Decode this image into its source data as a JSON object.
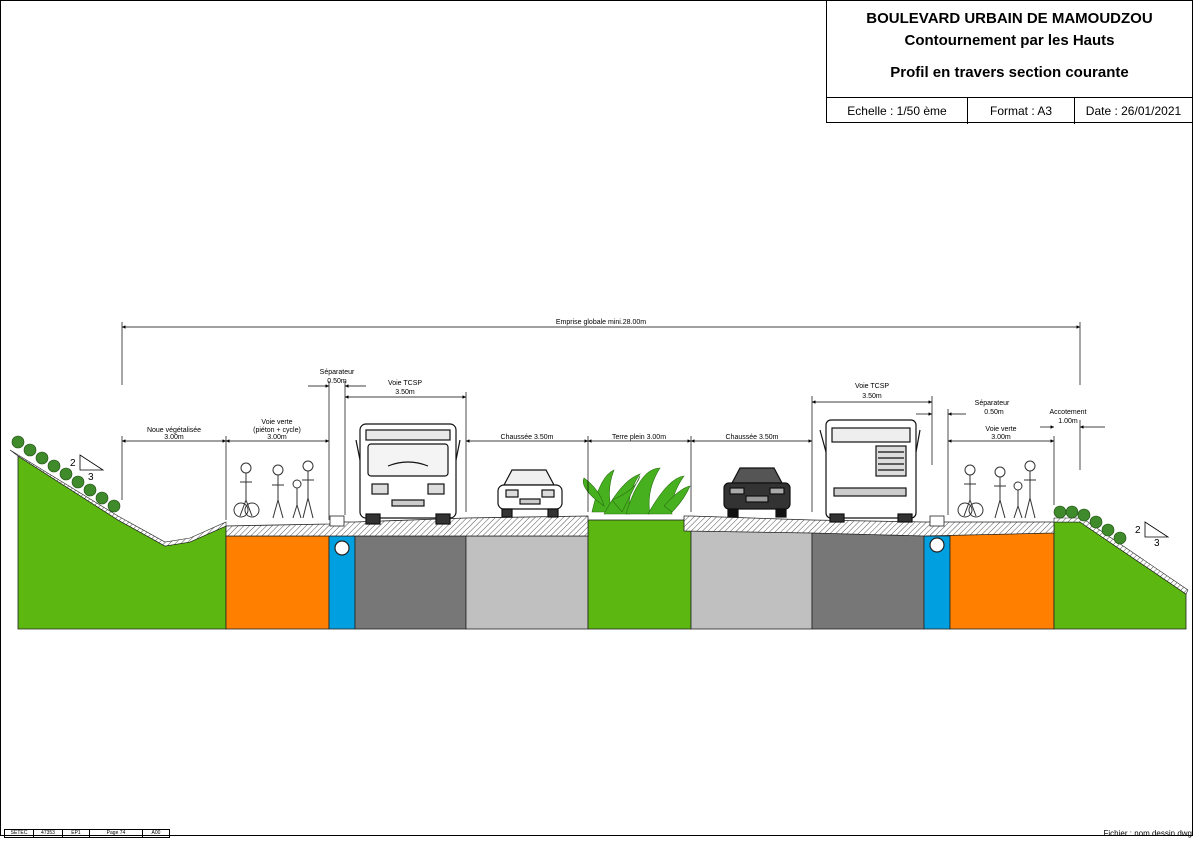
{
  "title_block": {
    "project": "BOULEVARD URBAIN DE MAMOUDZOU",
    "subtitle": "Contournement par les Hauts",
    "drawing_title": "Profil en travers section courante",
    "scale": "Echelle :  1/50 ème",
    "format": "Format :  A3",
    "date": "Date :  26/01/2021"
  },
  "dimensions": {
    "global": "Emprise globale mini.28.00m",
    "noue_label": "Noue végétalisée",
    "noue_value": "3.00m",
    "voie_verte_left_label": "Voie verte",
    "voie_verte_left_sub": "(piéton + cycle)",
    "voie_verte_left_value": "3.00m",
    "separateur_left_label": "Séparateur",
    "separateur_left_value": "0.50m",
    "tcsp_left_label": "Voie TCSP",
    "tcsp_left_value": "3.50m",
    "chaussee_left": "Chaussée 3.50m",
    "terre_plein": "Terre plein 3.00m",
    "chaussee_right": "Chaussée 3.50m",
    "tcsp_right_label": "Voie TCSP",
    "tcsp_right_value": "3.50m",
    "separateur_right_label": "Séparateur",
    "separateur_right_value": "0.50m",
    "voie_verte_right_label": "Voie verte",
    "voie_verte_right_value": "3.00m",
    "accotement_label": "Accotement",
    "accotement_value": "1.00m"
  },
  "slopes": {
    "left_rise": "2",
    "left_run": "3",
    "right_rise": "2",
    "right_run": "3"
  },
  "colors": {
    "vegetation": "#5cb810",
    "voie_verte": "#ff8000",
    "separateur": "#00a0e0",
    "tcsp": "#777777",
    "chaussee": "#c0c0c0"
  },
  "footer": {
    "cells": [
      "SETEC",
      "47353",
      "EP1",
      "Page 74",
      "A00"
    ],
    "fichier": "Fichier : nom dessin.dwg"
  }
}
